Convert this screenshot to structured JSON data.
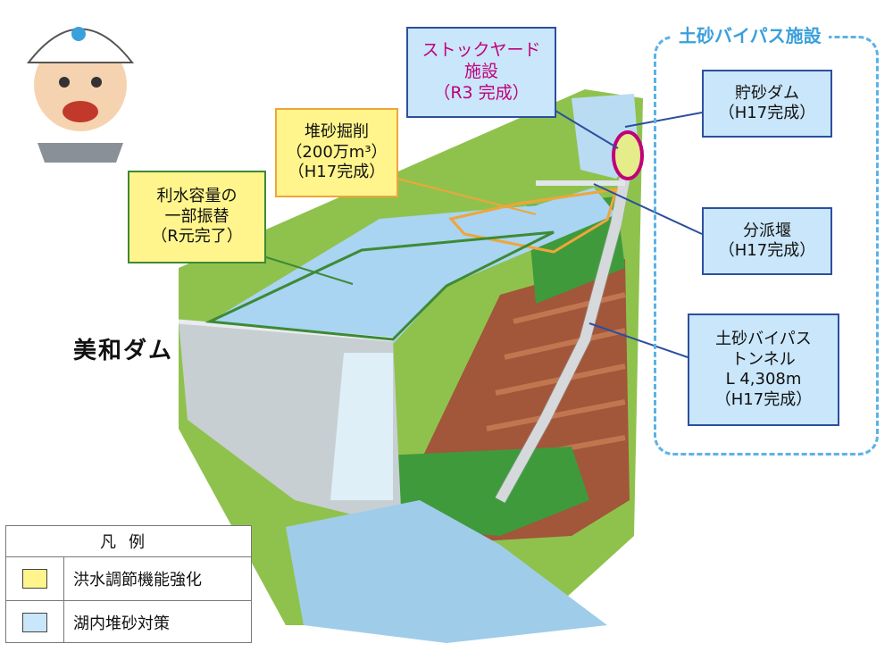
{
  "colors": {
    "flood_control": "#fff58c",
    "sediment_measure": "#c9e6fa",
    "water": "#a9d4f2",
    "forest": "#3f9a3c",
    "grass": "#a6cf56",
    "soil": "#a2563a",
    "concrete": "#c8cfd3",
    "group_border": "#5bb2e6",
    "stock_text": "#c0007a"
  },
  "icons": {
    "mascot": "mascot-worker-helmet-icon"
  },
  "dam_name": "美和ダム",
  "bypass_group": {
    "title": "土砂バイパス施設"
  },
  "callouts": {
    "stockyard": {
      "lines": [
        "ストックヤード",
        "施設",
        "（R3 完成）"
      ]
    },
    "excavation": {
      "lines": [
        "堆砂掘削",
        "（200万m³）",
        "（H17完成）"
      ]
    },
    "reallocation": {
      "lines": [
        "利水容量の",
        "一部振替",
        "（R元完了）"
      ]
    },
    "check_dam": {
      "lines": [
        "貯砂ダム",
        "（H17完成）"
      ]
    },
    "diversion_weir": {
      "lines": [
        "分派堰",
        "（H17完成）"
      ]
    },
    "bypass_tunnel": {
      "lines": [
        "土砂バイパス",
        "トンネル",
        "L 4,308m",
        "（H17完成）"
      ]
    }
  },
  "legend": {
    "title": "凡例",
    "items": [
      {
        "label": "洪水調節機能強化"
      },
      {
        "label": "湖内堆砂対策"
      }
    ]
  }
}
